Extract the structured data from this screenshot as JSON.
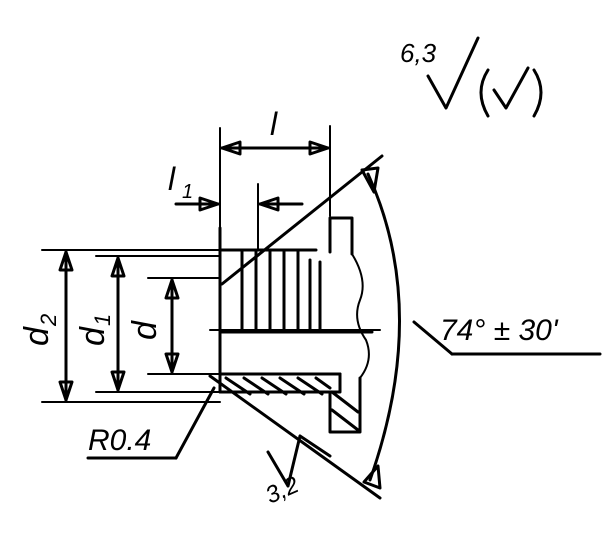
{
  "roughness": {
    "value": "6,3",
    "symbol": "check-mark-in-parentheses"
  },
  "dimensions": {
    "l": "l",
    "l1": "l",
    "l1_subscript": "1",
    "d": "d",
    "d1": "d",
    "d1_subscript": "1",
    "d2": "d",
    "d2_subscript": "2",
    "radius": "R0.4",
    "angle": "74° ± 30'",
    "surface_roughness_local": "3,2"
  }
}
